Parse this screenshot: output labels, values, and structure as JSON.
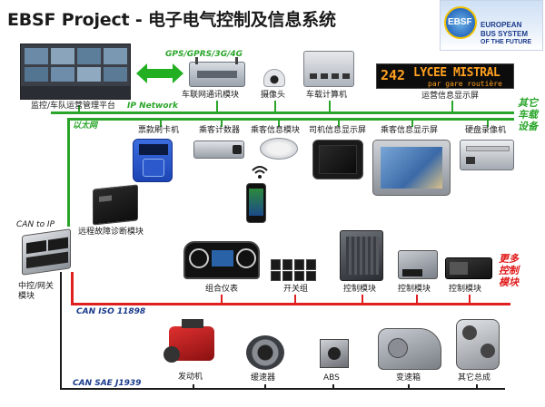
{
  "title": "EBSF Project - 电子电气控制及信息系统",
  "logo": {
    "abbr": "EBSF",
    "line1": "EUROPEAN",
    "line2": "BUS SYSTEM",
    "line3": "OF THE FUTURE"
  },
  "networks": {
    "wireless": "GPS/GPRS/3G/4G",
    "ip": "IP Network",
    "ethernet": "以太网",
    "can_to_ip": "CAN to IP",
    "can_iso": "CAN ISO 11898",
    "can_sae": "CAN SAE J1939"
  },
  "side_labels": {
    "other_onboard": "其它\n车载\n设备",
    "more_control": "更多\n控制\n模块"
  },
  "top_row": {
    "platform": "监控/车队运营管理平台",
    "telematics": "车联网通讯模块",
    "camera": "摄像头",
    "onboard_computer": "车载计算机",
    "ops_display": "运营信息显示屏"
  },
  "ops_display_screen": {
    "number": "242",
    "line1": "LYCEE MISTRAL",
    "line2": "par gare routière"
  },
  "ethernet_row": {
    "card_reader": "票款刷卡机",
    "passenger_counter": "乘客计数器",
    "passenger_info_module": "乘客信息模块",
    "driver_display": "司机信息显示屏",
    "passenger_display": "乘客信息显示屏",
    "dvr": "硬盘录像机"
  },
  "left_modules": {
    "remote_diag": "远程故障诊断模块",
    "gateway": "中控/网关\n模块"
  },
  "can_iso_row": {
    "cluster": "组合仪表",
    "switch_group": "开关组",
    "ctrl1": "控制模块",
    "ctrl2": "控制模块",
    "ctrl3": "控制模块"
  },
  "j1939_row": {
    "engine": "发动机",
    "retarder": "缓速器",
    "abs": "ABS",
    "gearbox": "变速箱",
    "other": "其它总成"
  },
  "colors": {
    "green": "#2aa52a",
    "red": "#e02020",
    "black": "#1a1a1a",
    "navy": "#1a3a8a"
  }
}
